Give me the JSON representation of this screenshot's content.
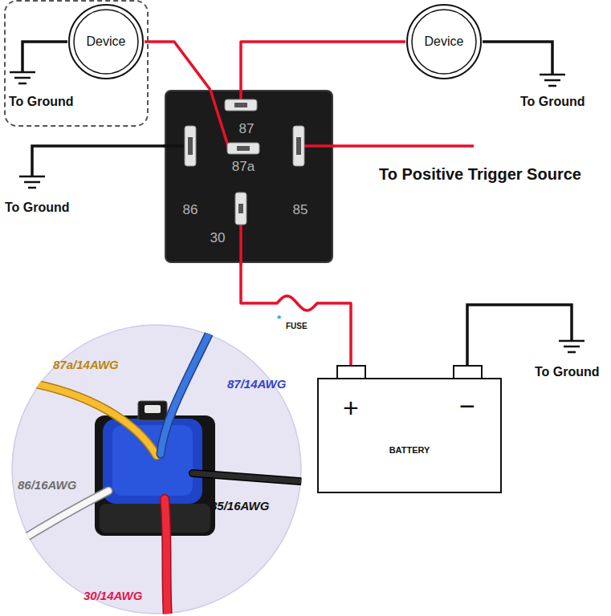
{
  "diagram": {
    "nodes": [
      {
        "text": [
          "To Ground"
        ]
      },
      {
        "text": [
          "Device"
        ],
        "in": 0
      },
      {
        "text": [
          "Device"
        ]
      },
      {
        "text": [
          "87",
          "87a",
          "86",
          "85",
          "30"
        ]
      },
      {
        "text": [
          "87a/14AWG",
          "87/14AWG",
          "86/16AWG",
          "85/16AWG",
          "30/14AWG"
        ]
      },
      {
        "text": [
          "+",
          "−",
          "BATTERY"
        ]
      }
    ],
    "edges": [
      {
        "from": 3,
        "to": 1,
        "arrow": "none"
      },
      {
        "from": 3,
        "to": 2,
        "arrow": "none"
      },
      {
        "from": 3,
        "to": 5,
        "label": "FUSE",
        "arrow": "none"
      }
    ],
    "labels": [
      "To Ground",
      "To Positive Trigger Source",
      "To Ground",
      "*",
      "To Ground"
    ]
  }
}
